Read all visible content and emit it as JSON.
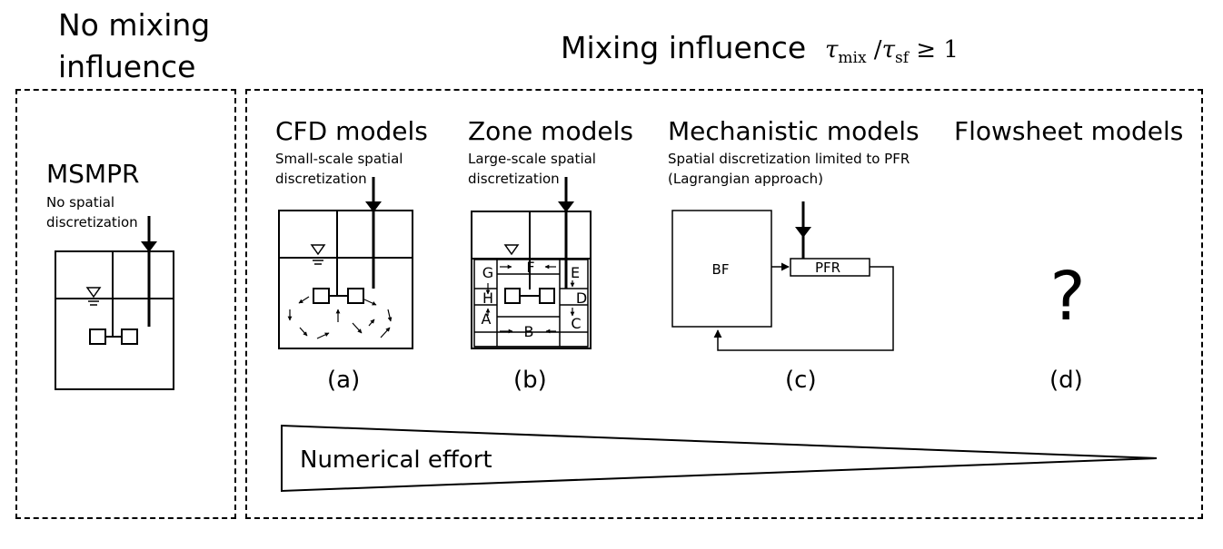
{
  "left_panel": {
    "title_line1": "No mixing",
    "title_line2": "influence",
    "model_title": "MSMPR",
    "model_desc_line1": "No spatial",
    "model_desc_line2": "discretization"
  },
  "right_panel": {
    "title": "Mixing influence",
    "formula": {
      "tau1": "τ",
      "sub1": "mix",
      "slash": " /",
      "tau2": "τ",
      "sub2": "sf",
      "rel": " ≥ 1"
    },
    "models": [
      {
        "title": "CFD models",
        "desc_line1": "Small-scale spatial",
        "desc_line2": "discretization",
        "caption": "(a)"
      },
      {
        "title": "Zone models",
        "desc_line1": "Large-scale spatial",
        "desc_line2": "discretization",
        "caption": "(b)"
      },
      {
        "title": "Mechanistic models",
        "desc_line1": "Spatial discretization limited to PFR",
        "desc_line2": "(Lagrangian approach)",
        "caption": "(c)"
      },
      {
        "title": "Flowsheet models",
        "desc_line1": "",
        "desc_line2": "",
        "caption": "(d)"
      }
    ],
    "zones": [
      "G",
      "F",
      "E",
      "H",
      "D",
      "A",
      "B",
      "C"
    ],
    "mechanistic_labels": {
      "bf": "BF",
      "pfr": "PFR"
    },
    "unknown_symbol": "?",
    "effort_label": "Numerical effort"
  }
}
